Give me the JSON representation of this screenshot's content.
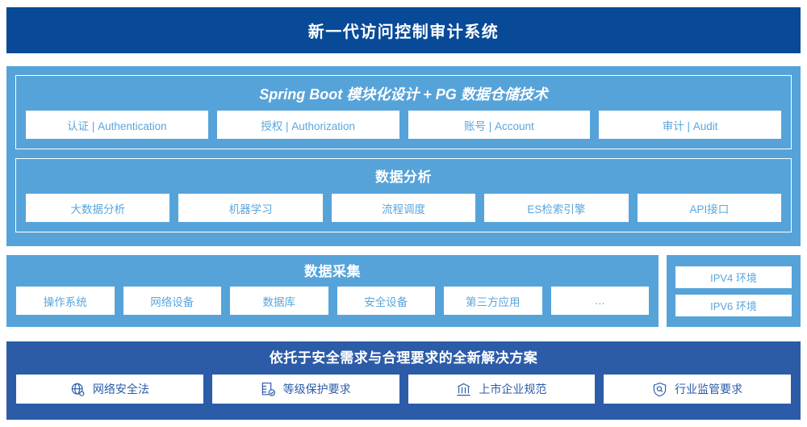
{
  "header": {
    "title": "新一代访问控制审计系统"
  },
  "platform": {
    "groups": [
      {
        "title": "Spring Boot 模块化设计 + PG 数据仓储技术",
        "italic": true,
        "items": [
          {
            "label": "认证 | Authentication"
          },
          {
            "label": "授权 | Authorization"
          },
          {
            "label": "账号 | Account"
          },
          {
            "label": "审计 | Audit"
          }
        ]
      },
      {
        "title": "数据分析",
        "italic": false,
        "items": [
          {
            "label": "大数据分析"
          },
          {
            "label": "机器学习"
          },
          {
            "label": "流程调度"
          },
          {
            "label": "ES检索引擎"
          },
          {
            "label": "API接口"
          }
        ]
      }
    ]
  },
  "collect": {
    "title": "数据采集",
    "items": [
      {
        "label": "操作系统"
      },
      {
        "label": "网络设备"
      },
      {
        "label": "数据库"
      },
      {
        "label": "安全设备"
      },
      {
        "label": "第三方应用"
      },
      {
        "label": "…"
      }
    ]
  },
  "environments": {
    "items": [
      {
        "label": "IPV4 环境"
      },
      {
        "label": "IPV6 环境"
      }
    ]
  },
  "compliance": {
    "title": "依托于安全需求与合理要求的全新解决方案",
    "items": [
      {
        "label": "网络安全法",
        "icon": "globe-icon"
      },
      {
        "label": "等级保护要求",
        "icon": "document-check-icon"
      },
      {
        "label": "上市企业规范",
        "icon": "bank-icon"
      },
      {
        "label": "行业监管要求",
        "icon": "shield-search-icon"
      }
    ]
  },
  "colors": {
    "header_navy": "#084a98",
    "panel_blue": "#56a3da",
    "bottom_blue": "#2c5ca8",
    "chip_bg": "#ffffff",
    "chip_text": "#5aa6dd"
  }
}
